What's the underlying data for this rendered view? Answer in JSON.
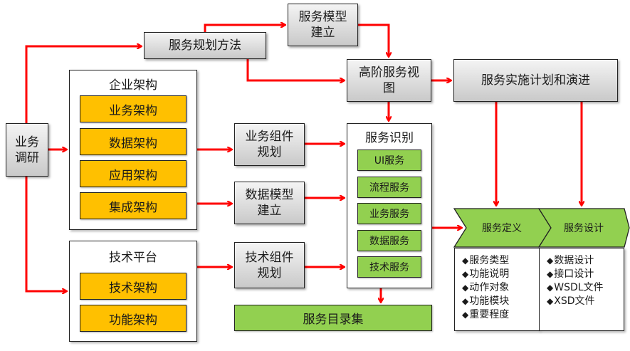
{
  "nodes": {
    "business_research": "业务\n调研",
    "service_planning_method": "服务规划方法",
    "service_model_build": "服务模型\n建立",
    "high_level_service_view": "高阶服务视\n图",
    "service_impl_plan": "服务实施计划和演进",
    "enterprise_architecture": {
      "title": "企业架构",
      "items": [
        "业务架构",
        "数据架构",
        "应用架构",
        "集成架构"
      ]
    },
    "tech_platform": {
      "title": "技术平台",
      "items": [
        "技术架构",
        "功能架构"
      ]
    },
    "business_component_planning": "业务组件\n规划",
    "data_model_build": "数据模型\n建立",
    "tech_component_planning": "技术组件\n规划",
    "service_identification": {
      "title": "服务识别",
      "items": [
        "UI服务",
        "流程服务",
        "业务服务",
        "数据服务",
        "技术服务"
      ]
    },
    "service_catalog": "服务目录集",
    "service_definition": {
      "title": "服务定义",
      "items": [
        "服务类型",
        "功能说明",
        "动作对象",
        "功能模块",
        "重要程度"
      ]
    },
    "service_design": {
      "title": "服务设计",
      "items": [
        "数据设计",
        "接口设计",
        "WSDL文件",
        "XSD文件"
      ]
    }
  },
  "colors": {
    "arrow": "#ff0000",
    "orange_box": "#ffc000",
    "green_box": "#92d050",
    "gray_box_top": "#f4f4f4",
    "gray_box_bottom": "#c9c9c9"
  }
}
